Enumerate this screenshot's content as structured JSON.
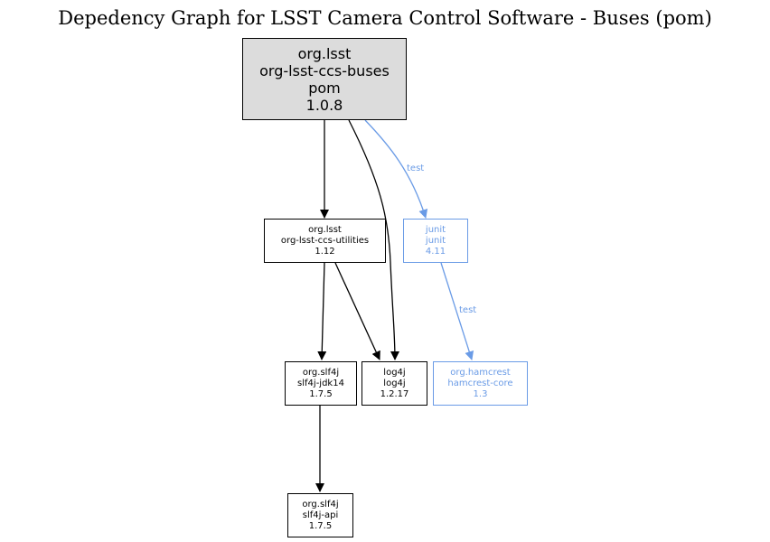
{
  "title": "Depedency Graph for LSST Camera Control Software - Buses (pom)",
  "colors": {
    "compile": "#000000",
    "test": "#6a9be6",
    "root_fill": "#dcdcdc"
  },
  "nodes": {
    "root": {
      "group": "org.lsst",
      "artifact": "org-lsst-ccs-buses",
      "packaging": "pom",
      "version": "1.0.8"
    },
    "utilities": {
      "group": "org.lsst",
      "artifact": "org-lsst-ccs-utilities",
      "version": "1.12"
    },
    "junit": {
      "group": "junit",
      "artifact": "junit",
      "version": "4.11",
      "scope": "test"
    },
    "slf4j_jdk14": {
      "group": "org.slf4j",
      "artifact": "slf4j-jdk14",
      "version": "1.7.5"
    },
    "log4j": {
      "group": "log4j",
      "artifact": "log4j",
      "version": "1.2.17"
    },
    "hamcrest": {
      "group": "org.hamcrest",
      "artifact": "hamcrest-core",
      "version": "1.3",
      "scope": "test"
    },
    "slf4j_api": {
      "group": "org.slf4j",
      "artifact": "slf4j-api",
      "version": "1.7.5"
    }
  },
  "edges": [
    {
      "from": "root",
      "to": "utilities",
      "label": ""
    },
    {
      "from": "root",
      "to": "log4j",
      "label": ""
    },
    {
      "from": "root",
      "to": "junit",
      "label": "test"
    },
    {
      "from": "utilities",
      "to": "slf4j_jdk14",
      "label": ""
    },
    {
      "from": "utilities",
      "to": "log4j",
      "label": ""
    },
    {
      "from": "junit",
      "to": "hamcrest",
      "label": "test"
    },
    {
      "from": "slf4j_jdk14",
      "to": "slf4j_api",
      "label": ""
    }
  ]
}
